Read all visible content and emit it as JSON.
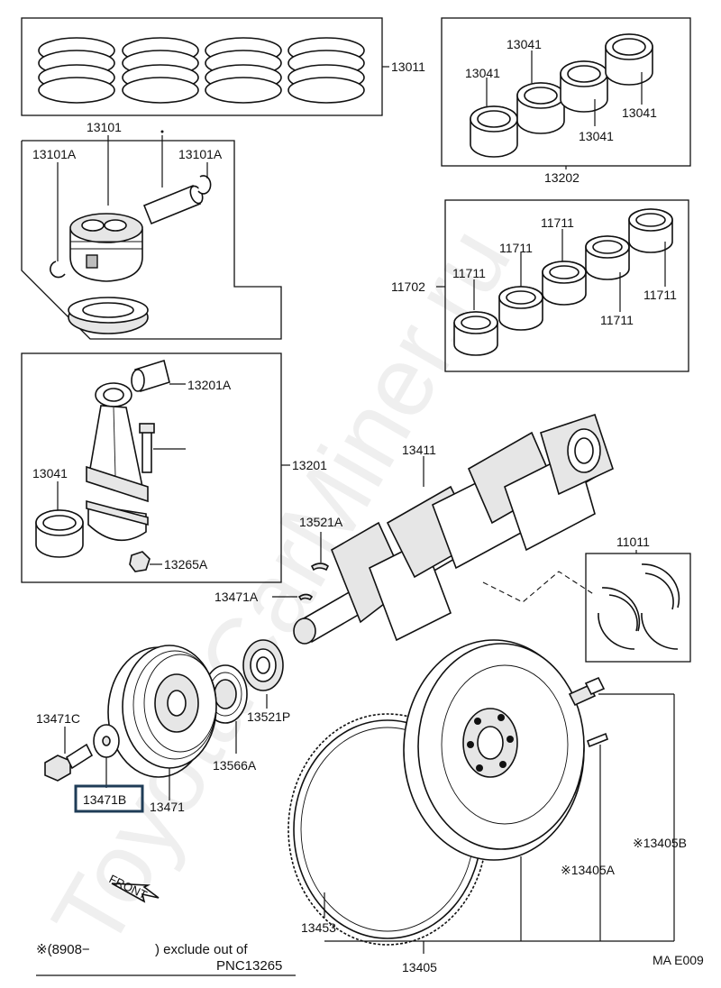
{
  "watermark": "ToyotaCarMiner.ru",
  "labels": {
    "p13011": "13011",
    "p13101": "13101",
    "p13101A_left": "13101A",
    "p13101A_right": "13101A",
    "p13041_top_a": "13041",
    "p13041_top_b": "13041",
    "p13041_right_a": "13041",
    "p13041_right_b": "13041",
    "p13202": "13202",
    "p11711_a": "11711",
    "p11711_b": "11711",
    "p11711_c": "11711",
    "p11711_d": "11711",
    "p11711_e": "11711",
    "p11702": "11702",
    "p13201A": "13201A",
    "p13201": "13201",
    "p13041_rod": "13041",
    "p13265A": "13265A",
    "p13411": "13411",
    "p13521A": "13521A",
    "p11011": "11011",
    "p13471A": "13471A",
    "p13521P": "13521P",
    "p13566A": "13566A",
    "p13471C": "13471C",
    "p13471B": "13471B",
    "p13471": "13471",
    "p13405B": "※13405B",
    "p13405A": "※13405A",
    "p13453": "13453",
    "p13405": "13405",
    "front": "FRONT"
  },
  "footnote": {
    "line1_prefix": "※(8908−",
    "line1_suffix": ") exclude out of",
    "line2": "PNC13265"
  },
  "diagram_code": "MA E009"
}
